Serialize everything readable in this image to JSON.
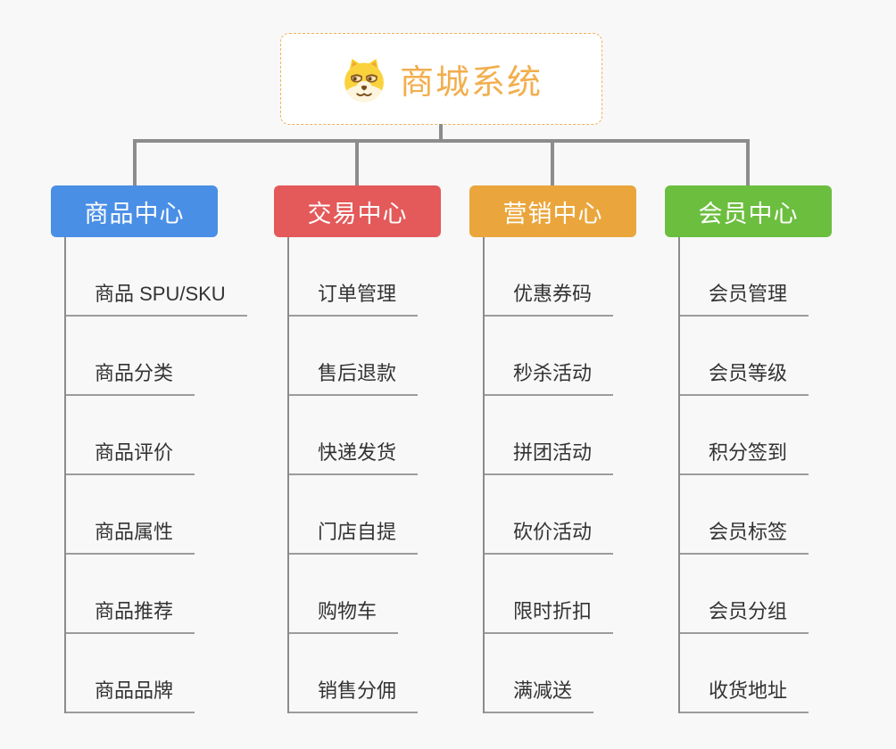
{
  "diagram": {
    "title": "商城系统",
    "root_icon": "dog-face-icon"
  },
  "colors": {
    "background": "#f8f8f8",
    "root_text": "#f2ae4e",
    "root_border": "#f2b05a",
    "connector": "#8c8c8c",
    "leaf_line": "#9c9c9c",
    "leaf_text": "#333333"
  },
  "branches": [
    {
      "label": "商品中心",
      "color": "#4a8fe6",
      "items": [
        "商品 SPU/SKU",
        "商品分类",
        "商品评价",
        "商品属性",
        "商品推荐",
        "商品品牌"
      ]
    },
    {
      "label": "交易中心",
      "color": "#e45959",
      "items": [
        "订单管理",
        "售后退款",
        "快递发货",
        "门店自提",
        "购物车",
        "销售分佣"
      ]
    },
    {
      "label": "营销中心",
      "color": "#eaa63c",
      "items": [
        "优惠券码",
        "秒杀活动",
        "拼团活动",
        "砍价活动",
        "限时折扣",
        "满减送"
      ]
    },
    {
      "label": "会员中心",
      "color": "#6cbe3f",
      "items": [
        "会员管理",
        "会员等级",
        "积分签到",
        "会员标签",
        "会员分组",
        "收货地址"
      ]
    }
  ]
}
